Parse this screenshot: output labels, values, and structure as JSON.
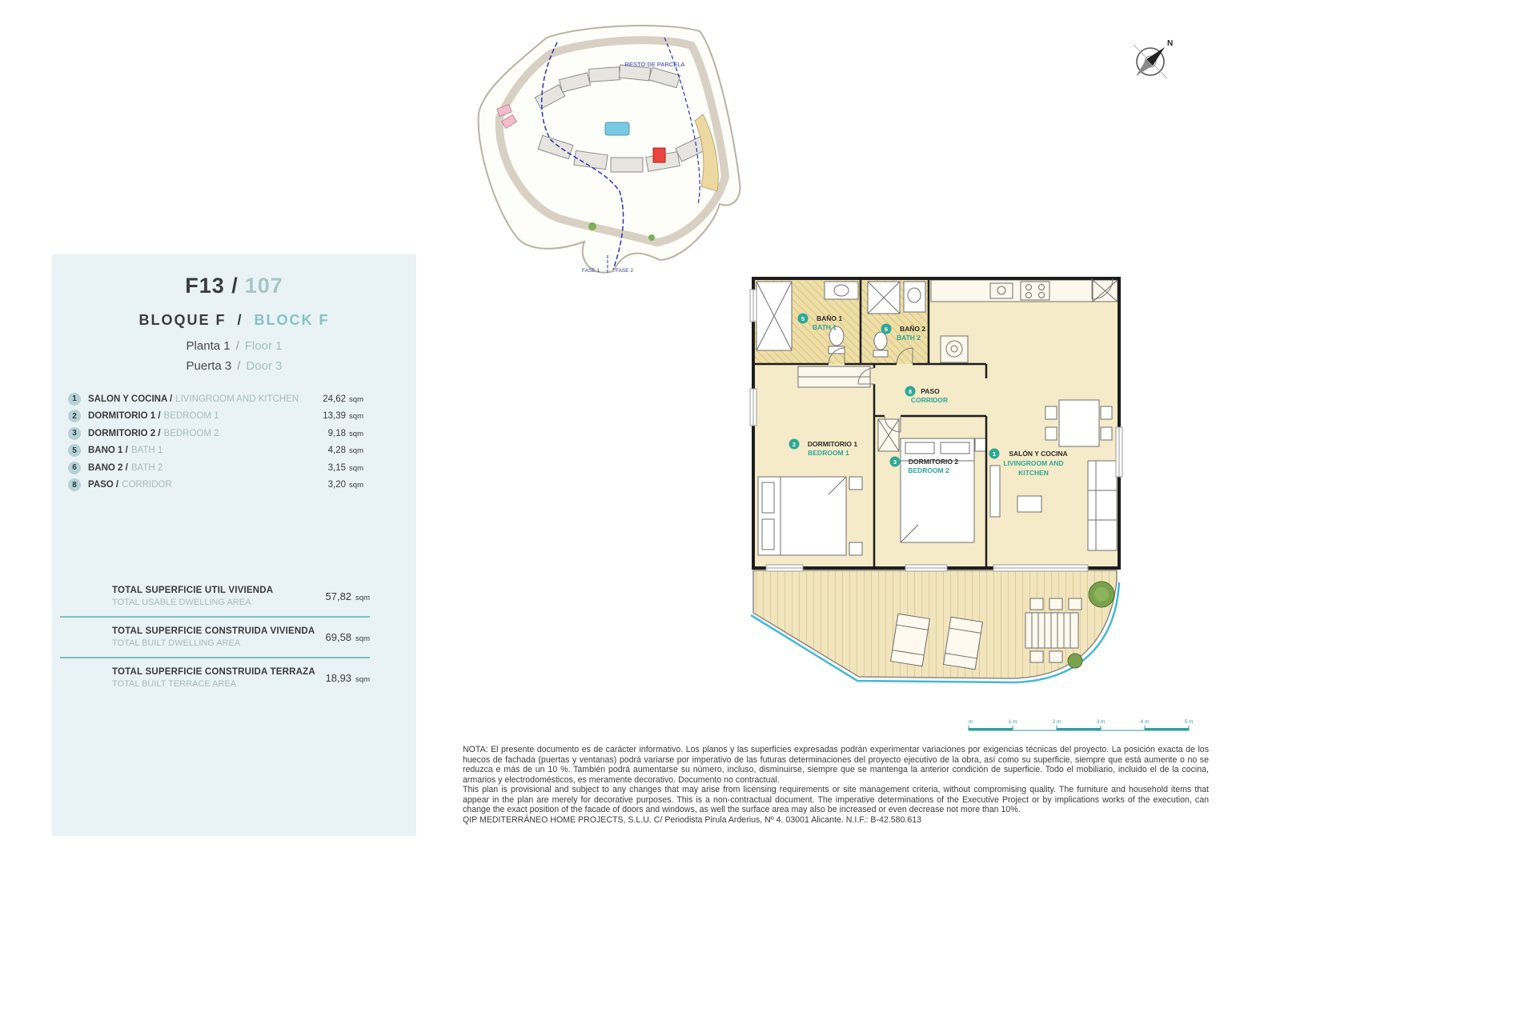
{
  "unit_panel": {
    "code": "F13 /",
    "number": "107",
    "block_label_es": "BLOQUE F",
    "block_sep": "/",
    "block_label_en": "BLOCK F",
    "floor_es": "Planta 1",
    "floor_sep": "/",
    "floor_en": "Floor 1",
    "door_es": "Puerta 3",
    "door_sep": "/",
    "door_en": "Door 3",
    "rooms": [
      {
        "num": "1",
        "es": "SALÓN Y COCINA /",
        "en": "LIVINGROOM AND KITCHEN",
        "area": "24,62",
        "unit": "sqm"
      },
      {
        "num": "2",
        "es": "DORMITORIO 1 /",
        "en": "BEDROOM 1",
        "area": "13,39",
        "unit": "sqm"
      },
      {
        "num": "3",
        "es": "DORMITORIO 2 /",
        "en": "BEDROOM 2",
        "area": "9,18",
        "unit": "sqm"
      },
      {
        "num": "5",
        "es": "BAÑO 1 /",
        "en": "BATH 1",
        "area": "4,28",
        "unit": "sqm"
      },
      {
        "num": "6",
        "es": "BAÑO 2 /",
        "en": "BATH 2",
        "area": "3,15",
        "unit": "sqm"
      },
      {
        "num": "8",
        "es": "PASO /",
        "en": "CORRIDOR",
        "area": "3,20",
        "unit": "sqm"
      }
    ],
    "totals": [
      {
        "es": "TOTAL SUPERFICIE UTIL VIVIENDA",
        "en": "TOTAL USABLE DWELLING AREA",
        "value": "57,82",
        "unit": "sqm"
      },
      {
        "es": "TOTAL SUPERFICIE CONSTRUIDA VIVIENDA",
        "en": "TOTAL BUILT DWELLING AREA",
        "value": "69,58",
        "unit": "sqm"
      },
      {
        "es": "TOTAL SUPERFICIE CONSTRUIDA TERRAZA",
        "en": "TOTAL BUILT TERRACE AREA",
        "value": "18,93",
        "unit": "sqm"
      }
    ]
  },
  "site_plan": {
    "resto": "RESTO DE PARCELA",
    "fase1": "FASE 1",
    "fase2": "FASE 2"
  },
  "compass": {
    "north": "N"
  },
  "floor_plan": {
    "bath1": {
      "num": "5",
      "es": "BAÑO 1",
      "en": "BATH 1"
    },
    "bath2": {
      "num": "6",
      "es": "BAÑO 2",
      "en": "BATH 2"
    },
    "paso": {
      "num": "8",
      "es": "PASO",
      "en": "CORRIDOR"
    },
    "bed1": {
      "num": "2",
      "es": "DORMITORIO 1",
      "en": "BEDROOM 1"
    },
    "bed2": {
      "num": "3",
      "es": "DORMITORIO 2",
      "en": "BEDROOM 2"
    },
    "salon": {
      "num": "1",
      "es": "SALÓN Y COCINA",
      "en1": "LIVINGROOM AND",
      "en2": "KITCHEN"
    }
  },
  "scale_bar": {
    "labels": [
      "0 m",
      "1 m",
      "2 m",
      "3 m",
      "4 m",
      "5 m"
    ]
  },
  "footer": {
    "nota_es": "NOTA: El presente documento es de carácter informativo. Los planos y las superficies expresadas podrán experimentar variaciones por exigencias técnicas del proyecto. La posición exacta de los huecos de fachada (puertas y ventanas) podrá variarse por imperativo de las futuras determinaciones del proyecto ejecutivo de la obra, así como su superficie, siempre que está aumente o no se reduzca e más de un 10 %. También podrá aumentarse su número, incluso, disminuirse, siempre que se mantenga la anterior condición de superficie. Todo el mobiliario, incluido el de la cocina, armarios y electrodomésticos, es meramente decorativo. Documento no contractual.",
    "nota_en": "This plan is provisional and subject to any changes that may arise from licensing requirements or site management criteria, without compromising quality. The furniture and household items that appear in the plan are merely for decorative purposes. This is a non-contractual document. The imperative determinations of the Executive Project or by implications works of the execution, can change the exact position of the facade of doors and windows, as well the surface area may also be increased or even decrease not more than 10%.",
    "company": "QIP MEDITERRÁNEO HOME PROJECTS, S.L.U. C/ Periodista Pirula Arderius, Nº 4. 03001 Alicante. N.I.F.: B-42.580.613"
  }
}
